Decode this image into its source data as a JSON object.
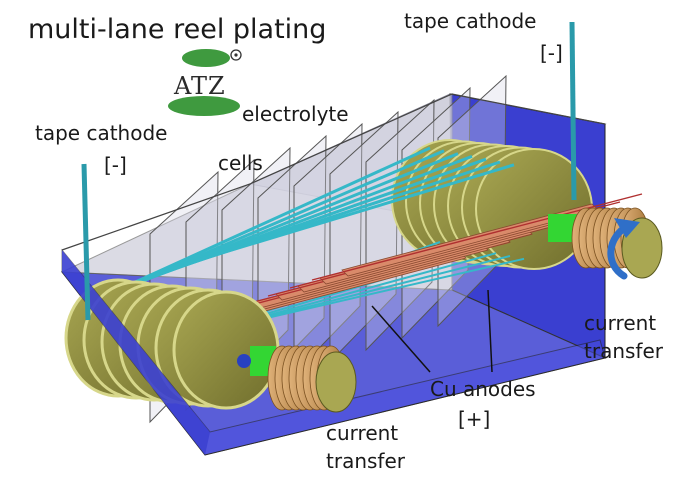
{
  "title": "multi-lane reel plating",
  "logo_text": "ATZ",
  "labels": {
    "electrolyte": "electrolyte",
    "tape_cathode_right": "tape cathode",
    "tape_cathode_right_sign": "[-]",
    "tape_cathode_left": "tape cathode",
    "tape_cathode_left_sign": "[-]",
    "cells": "cells",
    "current_transfer_right_1": "current",
    "current_transfer_right_2": "transfer",
    "current_transfer_bottom_1": "current",
    "current_transfer_bottom_2": "transfer",
    "cu_anodes": "Cu anodes",
    "cu_anodes_sign": "[+]"
  },
  "colors": {
    "tank_blue": "#3a3fd0",
    "tank_glass": "#c9c9d9",
    "reel_olive": "#8c8a3c",
    "reel_rim": "#d7d78a",
    "tape_cyan": "#35b8c8",
    "anode_copper": "#d98a6a",
    "hub_green": "#33d633",
    "logo_green": "#3f9a3f"
  }
}
